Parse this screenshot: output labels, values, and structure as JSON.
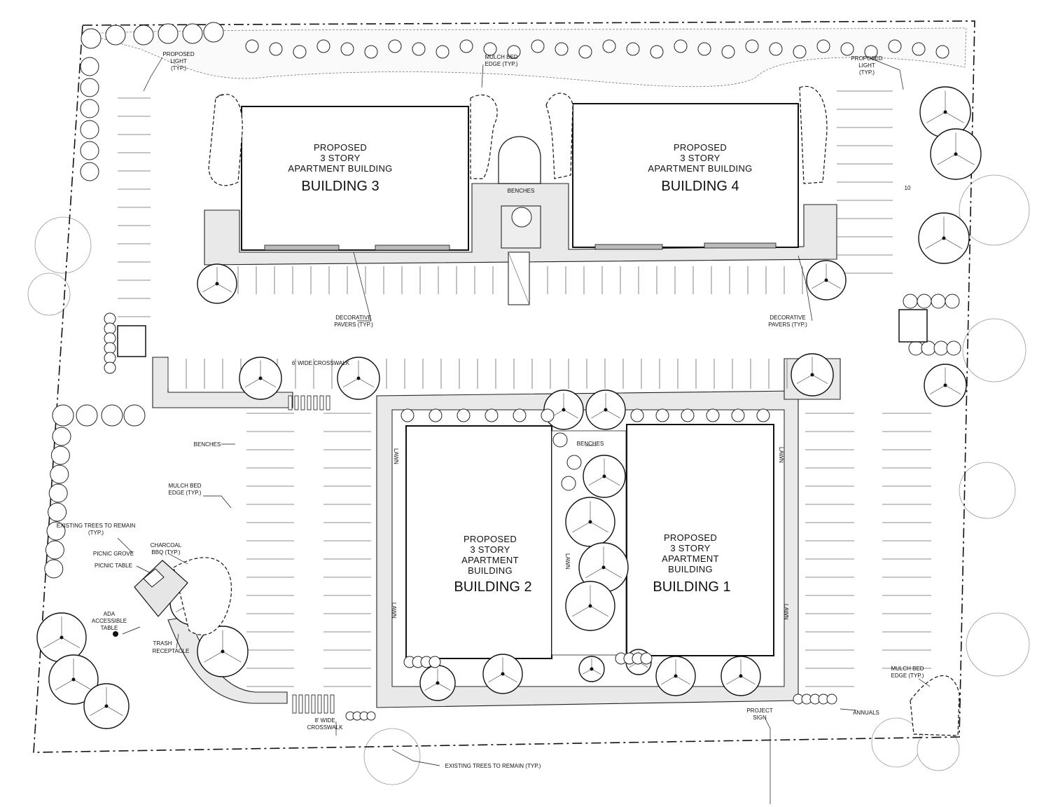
{
  "buildings": [
    {
      "id": "b3",
      "line1": "PROPOSED",
      "line2": "3 STORY",
      "line3": "APARTMENT BUILDING",
      "name": "BUILDING 3"
    },
    {
      "id": "b4",
      "line1": "PROPOSED",
      "line2": "3 STORY",
      "line3": "APARTMENT BUILDING",
      "name": "BUILDING 4"
    },
    {
      "id": "b2",
      "line1": "PROPOSED",
      "line2": "3 STORY",
      "line3": "APARTMENT",
      "line4": "BUILDING",
      "name": "BUILDING 2"
    },
    {
      "id": "b1",
      "line1": "PROPOSED",
      "line2": "3 STORY",
      "line3": "APARTMENT",
      "line4": "BUILDING",
      "name": "BUILDING 1"
    }
  ],
  "labels": {
    "proposed_light_1": "PROPOSED",
    "proposed_light_2": "LIGHT",
    "proposed_light_3": "(TYP.)",
    "mulch_bed_1": "MULCH BED",
    "mulch_bed_2": "EDGE (TYP.)",
    "benches": "BENCHES",
    "decorative_pavers_1": "DECORATIVE",
    "decorative_pavers_2": "PAVERS (TYP.)",
    "crosswalk_top": "6' WIDE CROSSWALK",
    "crosswalk_bottom_1": "8' WIDE",
    "crosswalk_bottom_2": "CROSSWALK",
    "existing_trees_1": "EXISTING TREES TO REMAIN",
    "existing_trees_2": "(TYP.)",
    "charcoal_1": "CHARCOAL",
    "charcoal_2": "BBQ (TYP.)",
    "picnic_grove": "PICNIC GROVE",
    "picnic_table": "PICNIC TABLE",
    "ada_1": "ADA",
    "ada_2": "ACCESSIBLE",
    "ada_3": "TABLE",
    "trash_1": "TRASH",
    "trash_2": "RECEPTACLE",
    "project_sign_1": "PROJECT",
    "project_sign_2": "SIGN",
    "annuals": "ANNUALS",
    "existing_trees_bottom": "EXISTING TREES TO REMAIN (TYP.)",
    "lawn": "LAWN",
    "stall_count": "10"
  }
}
